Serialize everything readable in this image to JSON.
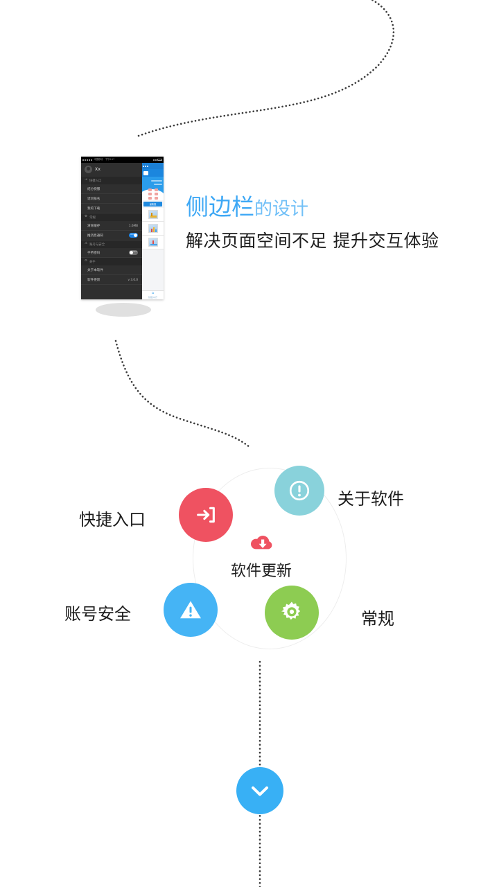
{
  "headline": {
    "title_strong": "侧边栏",
    "title_soft": "的设计",
    "subtitle": "解决页面空间不足 提升交互体验"
  },
  "phone": {
    "status_bar": {
      "carrier": "中国移动",
      "time": "下午6:17"
    },
    "user": {
      "name": "Xx"
    },
    "sections": [
      {
        "icon": "login-icon",
        "title": "快捷入口",
        "rows": [
          {
            "label": "结分快服",
            "value": ""
          },
          {
            "label": "诺问排名",
            "value": ""
          },
          {
            "label": "我的下载",
            "value": ""
          }
        ]
      },
      {
        "icon": "gear-icon",
        "title": "常规",
        "rows": [
          {
            "label": "清除缓存",
            "value": "1.6MB"
          },
          {
            "label": "推消息通知",
            "value": "",
            "toggle": "on",
            "toggle_label": "ON"
          }
        ]
      },
      {
        "icon": "warning-icon",
        "title": "账号与安全",
        "rows": [
          {
            "label": "手势密码",
            "value": "",
            "toggle": "off",
            "toggle_label": "OFF"
          }
        ]
      },
      {
        "icon": "info-icon",
        "title": "关于",
        "rows": [
          {
            "label": "关于本软件",
            "value": ""
          },
          {
            "label": "软件更新",
            "value": "v 3.0.0"
          }
        ]
      }
    ],
    "content": {
      "primary_button": "最新推",
      "tab_label": "智慧办公厅"
    }
  },
  "diagram": {
    "nodes": [
      {
        "id": "shortcut",
        "label": "快捷入口",
        "icon": "login-arrow-icon",
        "color": "#ef5261"
      },
      {
        "id": "about",
        "label": "关于软件",
        "icon": "info-circle-icon",
        "color": "#89d2db"
      },
      {
        "id": "security",
        "label": "账号安全",
        "icon": "warning-triangle-icon",
        "color": "#45b4f5"
      },
      {
        "id": "general",
        "label": "常规",
        "icon": "gear-icon",
        "color": "#8dcc52"
      }
    ],
    "center": {
      "label": "软件更新",
      "icon": "cloud-download-icon",
      "color": "#ef5261"
    },
    "ring_color": "#ededed"
  },
  "scroll_down": {
    "icon": "chevron-down-icon",
    "color": "#38b0f5"
  },
  "connectors": {
    "dot_color": "#3a3a3a"
  }
}
